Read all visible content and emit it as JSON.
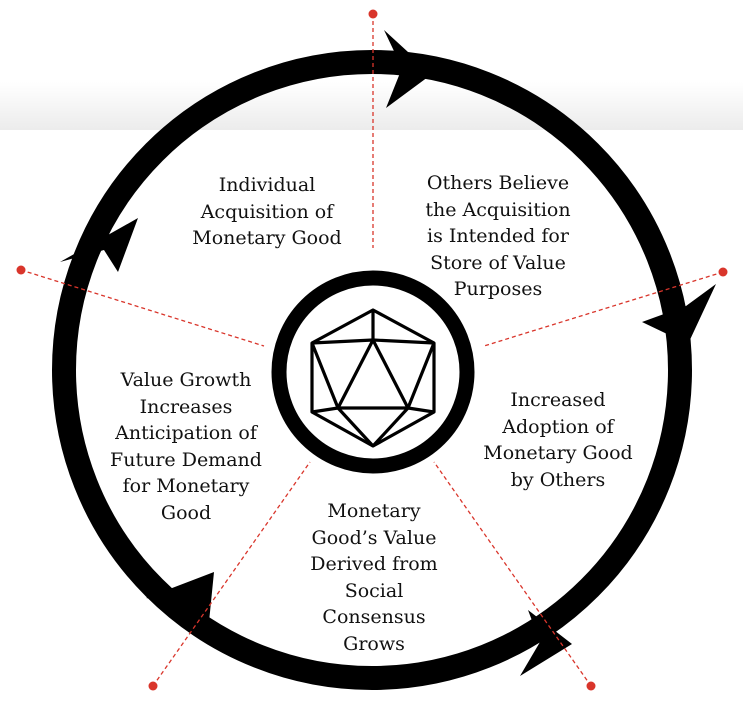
{
  "diagram": {
    "stages": [
      {
        "lines": [
          "Individual",
          "Acquisition of",
          "Monetary Good"
        ]
      },
      {
        "lines": [
          "Others Believe",
          "the Acquisition",
          "is Intended for",
          "Store of Value",
          "Purposes"
        ]
      },
      {
        "lines": [
          "Increased",
          "Adoption of",
          "Monetary Good",
          "by Others"
        ]
      },
      {
        "lines": [
          "Monetary",
          "Good’s Value",
          "Derived from",
          "Social",
          "Consensus",
          "Grows"
        ]
      },
      {
        "lines": [
          "Value Growth",
          "Increases",
          "Anticipation of",
          "Future Demand",
          "for Monetary",
          "Good"
        ]
      }
    ],
    "center_symbol": "icosahedron-icon",
    "colors": {
      "ring": "#000000",
      "divider": "#d9352b",
      "text": "#111111"
    }
  }
}
